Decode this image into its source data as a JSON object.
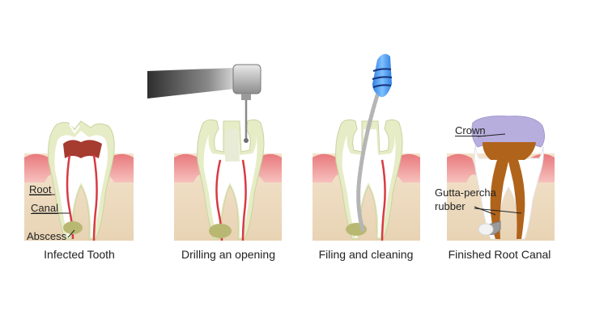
{
  "panels": [
    {
      "caption": "Infected Tooth"
    },
    {
      "caption": "Drilling an opening"
    },
    {
      "caption": "Filing and cleaning"
    },
    {
      "caption": "Finished Root Canal"
    }
  ],
  "labels": {
    "root": "Root",
    "canal": "Canal",
    "abscess": "Abscess",
    "crown": "Crown",
    "gutta_percha_line1": "Gutta-percha",
    "gutta_percha_line2": "rubber"
  },
  "colors": {
    "bone": "#efdcc2",
    "gum": "#f1a0a0",
    "gum_dark": "#e36f72",
    "enamel": "#e6ecc6",
    "dentin": "#ffffff",
    "pulp_infected": "#a63b30",
    "canal": "#d93a44",
    "abscess": "#b9b873",
    "gutta_percha": "#b0631a",
    "crown": "#b7aede",
    "file_handle": "#3a8ee6",
    "drill": "#6b6b6b"
  }
}
